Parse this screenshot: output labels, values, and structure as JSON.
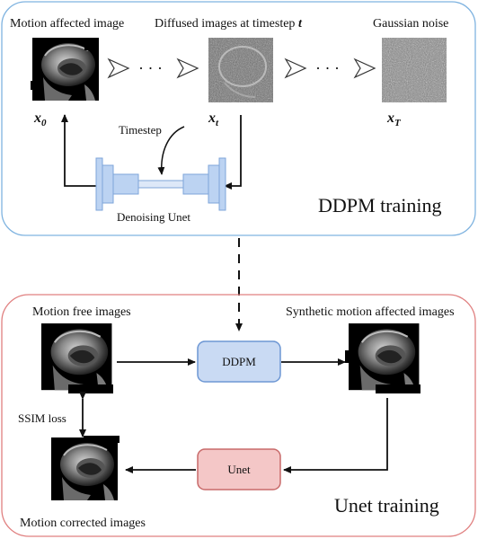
{
  "top_panel": {
    "title": "DDPM training",
    "border_color": "#7fb3e0",
    "labels": {
      "motion_affected": "Motion affected image",
      "diffused": "Diffused images at timestep ",
      "diffused_var": "t",
      "gaussian": "Gaussian noise",
      "timestep": "Timestep",
      "denoising_unet": "Denoising Unet"
    },
    "math": {
      "x0_base": "x",
      "x0_sub": "0",
      "xt_base": "x",
      "xt_sub": "t",
      "xT_base": "x",
      "xT_sub": "T"
    },
    "ellipsis": "· · ·"
  },
  "bottom_panel": {
    "title": "Unet training",
    "border_color": "#e08080",
    "labels": {
      "motion_free": "Motion free images",
      "synthetic": "Synthetic motion affected images",
      "ssim": "SSIM loss",
      "corrected": "Motion corrected images"
    },
    "boxes": {
      "ddpm": "DDPM",
      "unet": "Unet"
    },
    "colors": {
      "ddpm_fill": "#c9daf3",
      "ddpm_stroke": "#6d97d4",
      "unet_fill": "#f4c7c7",
      "unet_stroke": "#c86a6a"
    }
  }
}
